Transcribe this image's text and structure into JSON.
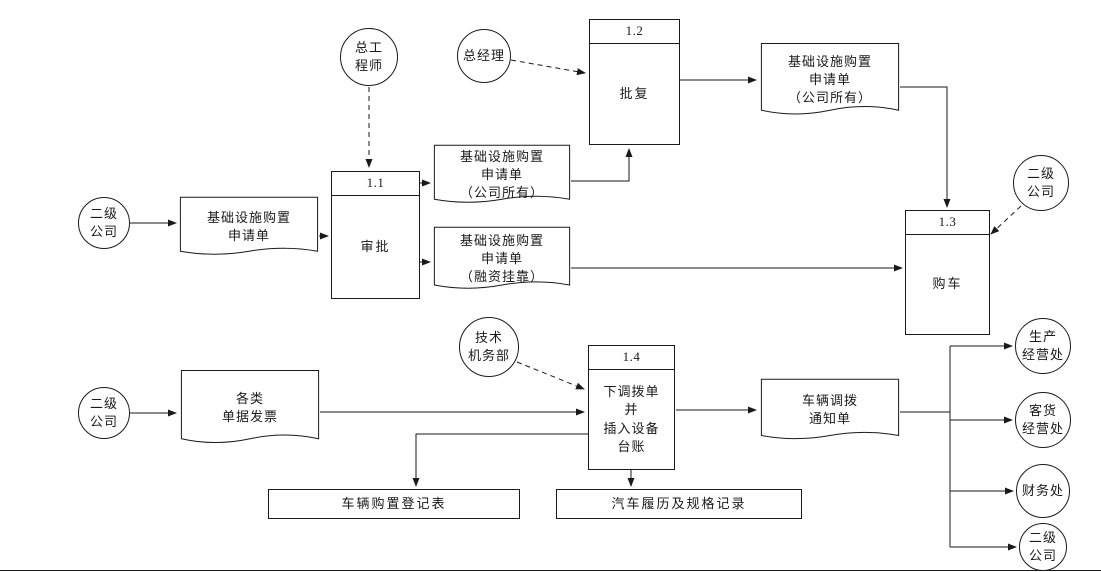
{
  "colors": {
    "ink": "#1a1a1a",
    "background": "#ffffff"
  },
  "diagram": {
    "externals": [
      {
        "label": "二级\n公司"
      },
      {
        "label": "总工\n程师"
      },
      {
        "label": "总经理"
      },
      {
        "label": "二级\n公司"
      },
      {
        "label": "技术\n机务部"
      },
      {
        "label": "二级\n公司"
      },
      {
        "label": "生产\n经营处"
      },
      {
        "label": "客货\n经营处"
      },
      {
        "label": "财务处"
      },
      {
        "label": "二级\n公司"
      }
    ],
    "processes": [
      {
        "number": "1.1",
        "name": "审批"
      },
      {
        "number": "1.2",
        "name": "批复"
      },
      {
        "number": "1.3",
        "name": "购车"
      },
      {
        "number": "1.4",
        "name": "下调拨单\n并\n插入设备\n台账"
      }
    ],
    "documents": [
      {
        "label": "基础设施购置\n申请单"
      },
      {
        "label": "基础设施购置\n申请单\n（公司所有）"
      },
      {
        "label": "基础设施购置\n申请单\n（融资挂靠）"
      },
      {
        "label": "基础设施购置\n申请单\n（公司所有）"
      },
      {
        "label": "各类\n单据发票"
      },
      {
        "label": "车辆调拨\n通知单"
      }
    ],
    "datastores": [
      {
        "label": "车辆购置登记表"
      },
      {
        "label": "汽车履历及规格记录"
      }
    ]
  }
}
